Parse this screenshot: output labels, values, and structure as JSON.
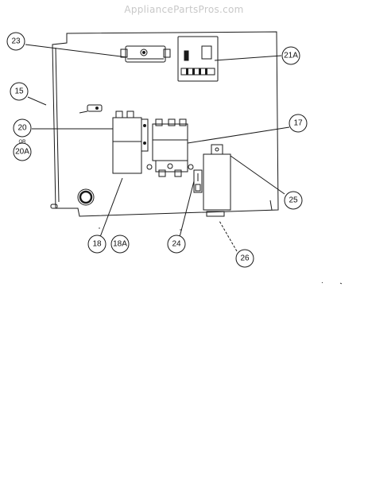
{
  "watermark": "AppliancePartsPros.com",
  "callouts": {
    "c23": "23",
    "c21a": "21A",
    "c15": "15",
    "c20": "20",
    "c20_or": "OR",
    "c20a": "20A",
    "c17": "17",
    "c25": "25",
    "c18": "18",
    "c18a": "18A",
    "c24": "24",
    "c26": "26"
  }
}
